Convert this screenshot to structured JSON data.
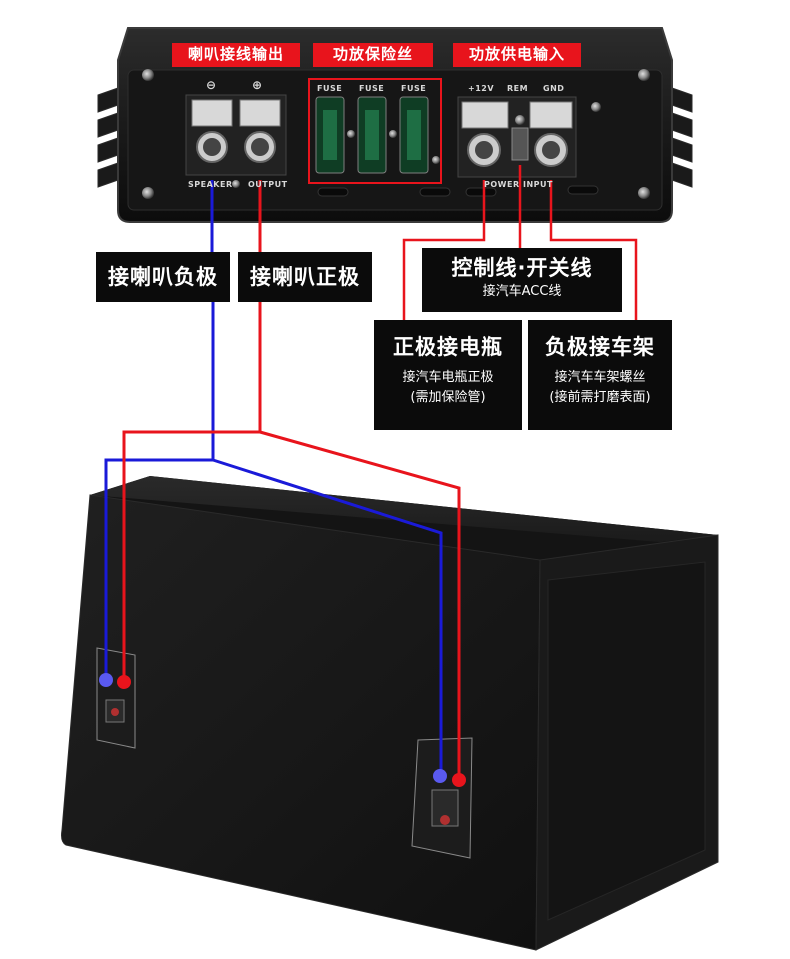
{
  "amplifier": {
    "tag_speaker_output": "喇叭接线输出",
    "tag_fuse": "功放保险丝",
    "tag_power_input": "功放供电输入",
    "minus_symbol": "⊖",
    "plus_symbol": "⊕",
    "fuse_label": "FUSE",
    "plus12v_label": "+12V",
    "rem_label": "REM",
    "gnd_label": "GND",
    "speaker_label": "SPEAKER",
    "output_label": "OUTPUT",
    "power_label": "POWER",
    "input_label": "INPUT"
  },
  "callouts": {
    "speaker_negative": "接喇叭负极",
    "speaker_positive": "接喇叭正极",
    "control": {
      "title": "控制线·开关线",
      "note": "接汽车ACC线"
    },
    "battery_positive": {
      "title": "正极接电瓶",
      "note1": "接汽车电瓶正极",
      "note2": "(需加保险管)"
    },
    "chassis_negative": {
      "title": "负极接车架",
      "note1": "接汽车车架螺丝",
      "note2": "(接前需打磨表面)"
    }
  },
  "colors": {
    "positive_wire": "#e8141c",
    "negative_wire": "#1a1ad8",
    "tag_red": "#e8141c",
    "label_black": "#0b0b0b"
  }
}
